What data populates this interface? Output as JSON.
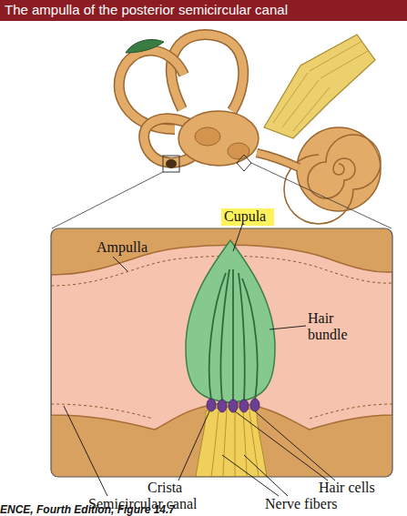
{
  "diagram": {
    "title": "The ampulla of the posterior semicircular canal",
    "caption": "ENCE, Fourth Edition, Figure 14.7",
    "labels": [
      "Cupula",
      "Ampulla",
      "Hair bundle",
      "Crista",
      "Hair cells",
      "Semicircular canal",
      "Nerve fibers"
    ]
  }
}
